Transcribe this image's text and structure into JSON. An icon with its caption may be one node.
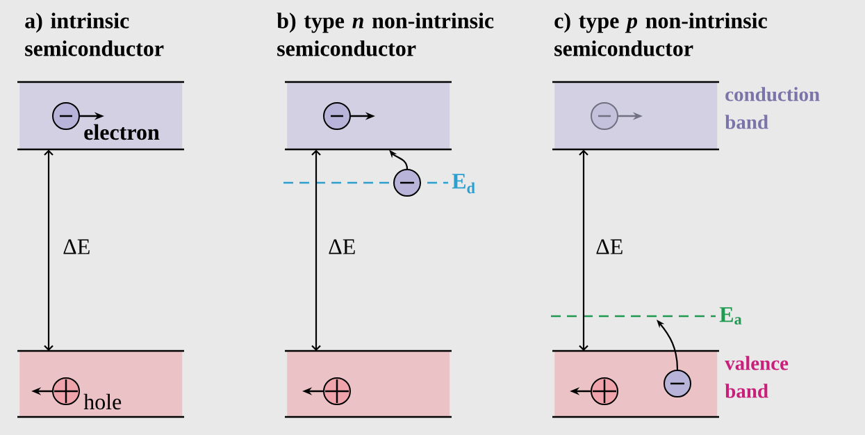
{
  "diagram": {
    "nodes": [
      {
        "text": [
          "electron"
        ]
      },
      {
        "text": [
          "hole"
        ]
      },
      {
        "text": [],
        "shape": "box"
      },
      {
        "text": [],
        "shape": "box"
      },
      {
        "text": [],
        "shape": "circle"
      },
      {
        "text": [],
        "shape": "box",
        "beside": [
          "conduction band"
        ]
      },
      {
        "text": [],
        "shape": "box",
        "beside": [
          "valence band"
        ]
      },
      {
        "text": [],
        "shape": "circle",
        "in": 6
      }
    ],
    "edges": [
      {
        "from": 0,
        "to": 1,
        "arrow": "both",
        "label": "ΔE"
      },
      {
        "from": 2,
        "to": 3,
        "arrow": "both",
        "label": "ΔE"
      },
      {
        "from": 4,
        "to": 2,
        "arrow": "to"
      },
      {
        "from": 5,
        "to": 6,
        "arrow": "both",
        "label": "ΔE"
      },
      {
        "from": 7,
        "to": null,
        "arrow": "to"
      }
    ],
    "labels": [
      "a) intrinsic semiconductor",
      "b) type *n* non-intrinsic semiconductor",
      "c) type *p* non-intrinsic semiconductor",
      "E$_{d}$",
      "E$_{a}$"
    ]
  }
}
